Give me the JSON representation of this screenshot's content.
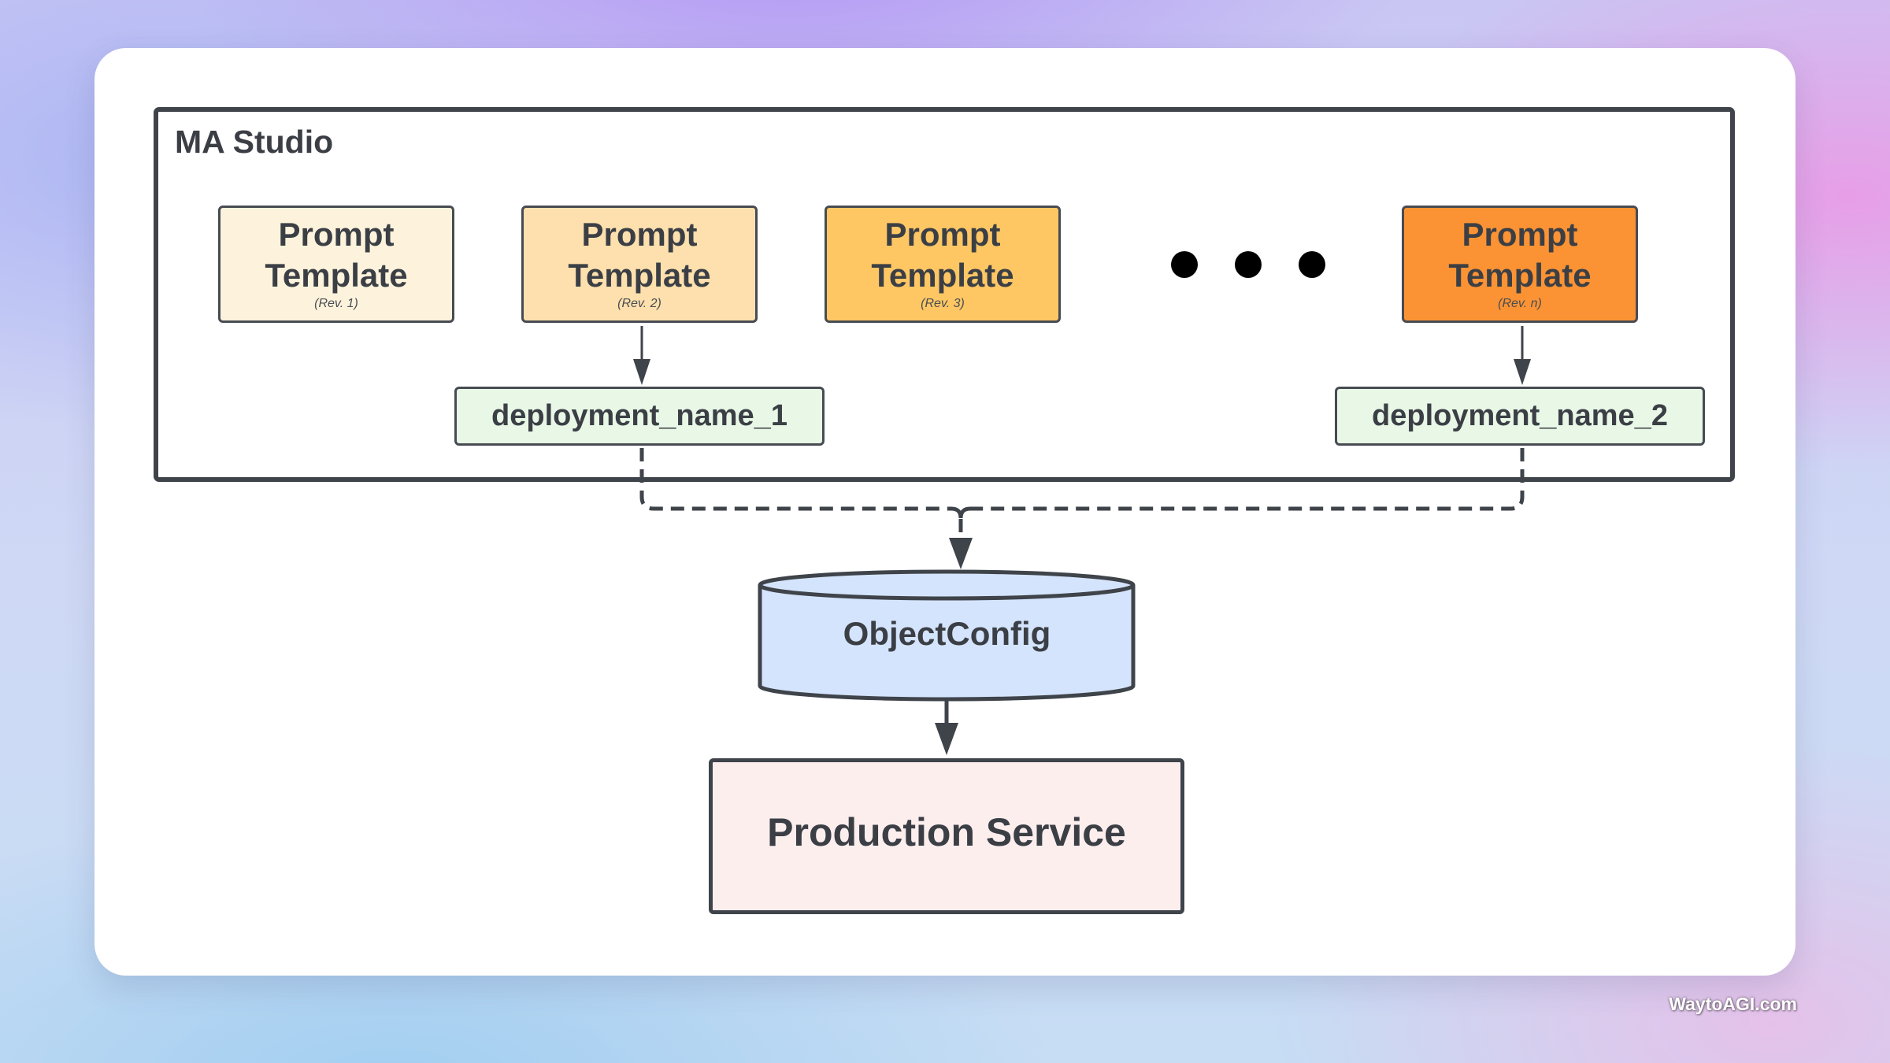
{
  "studio": {
    "title": "MA Studio"
  },
  "prompt_templates": [
    {
      "title_line1": "Prompt",
      "title_line2": "Template",
      "revision": "(Rev. 1)",
      "fill": "#fdf3dc"
    },
    {
      "title_line1": "Prompt",
      "title_line2": "Template",
      "revision": "(Rev. 2)",
      "fill": "#fde0ad"
    },
    {
      "title_line1": "Prompt",
      "title_line2": "Template",
      "revision": "(Rev. 3)",
      "fill": "#fec764"
    },
    {
      "title_line1": "Prompt",
      "title_line2": "Template",
      "revision": "(Rev. n)",
      "fill": "#fb9334"
    }
  ],
  "deployments": [
    {
      "name": "deployment_name_1"
    },
    {
      "name": "deployment_name_2"
    }
  ],
  "object_config": {
    "label": "ObjectConfig",
    "fill": "#d4e4fc"
  },
  "production_service": {
    "label": "Production Service",
    "fill": "#fdeeee"
  },
  "watermark": {
    "text": "WaytoAGI.com"
  }
}
